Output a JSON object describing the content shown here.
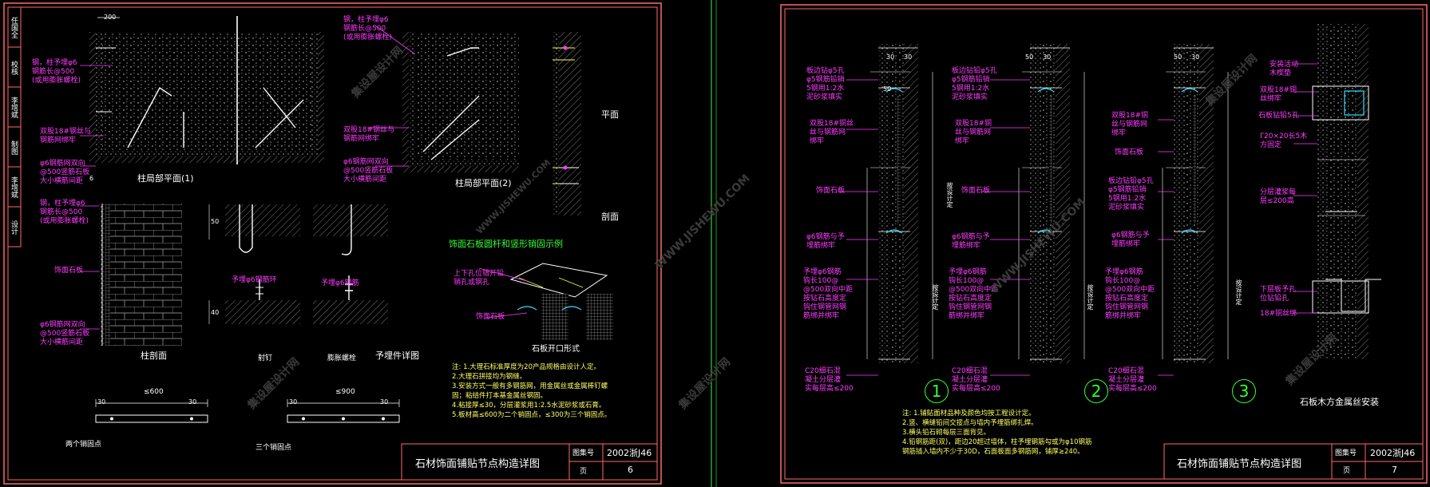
{
  "colors": {
    "frame": "#ff6a6a",
    "label": "#ff3cff",
    "line": "#ffffff",
    "yellow": "#ffff33",
    "green": "#33ff33",
    "cyan": "#33e0ff",
    "hatch": "#d9d9d9"
  },
  "sheet_left": {
    "side_tabs": [
      "设计",
      "李增斌",
      "制图",
      "李增斌",
      "校核",
      "任国全"
    ],
    "views": {
      "plan1": "柱局部平面(1)",
      "plan2": "柱局部平面(2)",
      "flat": "平面",
      "section": "剖面",
      "col_section": "柱剖面",
      "u_rod": "予埋φ6钢筋环",
      "hook": "予埋φ6钢筋",
      "nail": "射钉",
      "bolt": "膨胀螺栓",
      "embeds": "予埋件详图",
      "cut_title": "饰面石板圆杆和竖形销固示例",
      "cut_form": "石板开口形式",
      "two_pts": "两个销固点",
      "three_pts": "三个销固点"
    },
    "labels": {
      "a": "钢，柱予埋φ6\n钢筋长@500\n(或用膨胀螺栓)",
      "b": "双股18#钢丝与\n钢筋网绑牢",
      "c": "φ6钢筋网双向\n@500竖筋石板\n大小横筋间距",
      "d": "钢，柱予埋φ6\n钢筋长@500\n(或用膨胀螺栓)",
      "e": "双股18#钢丝与\n钢筋网绑牢",
      "f": "φ6钢筋网双向\n@500竖筋石板\n大小横筋间距",
      "g": "钢，柱予埋φ6\n钢筋长@500\n(或用膨胀螺栓)",
      "h": "饰面石板",
      "i": "φ6钢筋网双向\n@500竖筋石板\n大小横筋间距",
      "j": "上下孔位错开铅\n销孔或钢孔",
      "k": "饰面石板"
    },
    "dims": {
      "d1": "200",
      "d2": "6",
      "d3": "50",
      "d4": "40",
      "d5": "≤600",
      "d6": "≤900",
      "d7": "30",
      "d8": "30",
      "d9": "30",
      "d10": "30"
    },
    "notes": "注:  1.大理石标准厚度为20产品规格由设计人定。\n      2.大理石拼接均为钢缝。\n      3.安装方式一般有多钢筋网，用金属丝或金属棒钉螺\n        固；粘结件打本基金属丝钢固。\n      4.粘接厚≤30，分层灌浆用1:2.5水泥砂浆或石膏。\n      5.板材高≤600为二个销固点，≤300为三个销固点。",
    "title_block": {
      "title": "石材饰面铺贴节点构造详图",
      "atlas_label": "图集号",
      "atlas": "2002浙J46",
      "page_label": "页",
      "page": "6"
    }
  },
  "sheet_right": {
    "details": [
      "1",
      "2",
      "3"
    ],
    "labels": {
      "r1": "板边钻φ5孔\nφ5钢筋铅销\n5钢用1:2水\n泥砂浆填实",
      "r2": "双股18#铜丝\n丝与钢筋网\n绑牢",
      "r3": "饰面石板",
      "r4": "φ6钢筋与予\n埋筋绑牢",
      "r5": "予埋φ6钢筋\n钩长100@\n@500双向中距\n按钻石高度定\n钩住钢管网钢\n筋绑并绑牢",
      "r6": "C20细石混\n凝土分层灌\n实每层高≤200",
      "r7": "板边钻铅φ5孔\nφ5钢筋铅销\n5钢用1:2水\n泥砂浆填实",
      "r8": "双股18#铜\n丝与钢筋网\n绑牢",
      "r9": "饰面石板",
      "r10": "φ6钢筋与予\n埋筋绑牢",
      "r11": "予埋φ6钢筋\n钩长100@\n@500双向中距\n按钻石高度定\n钩住钢管网钢\n筋绑并绑牢",
      "r12": "C20细石混\n凝土分层灌\n实每层高≤200",
      "r13": "双股18#铜\n丝与钢筋网\n绑牢",
      "r14": "饰面石板",
      "r15": "板边钻铅φ5孔\nφ5钢筋铅销\n5钢用1:2水\n泥砂浆填实",
      "r16": "φ6钢筋与予\n埋筋绑牢",
      "r17": "予埋φ6钢筋\n钩长100@\n@500双向中距\n按钻石高度定\n钩住钢管网钢\n筋绑并绑牢",
      "r18": "C20细石混\n凝土分层灌\n实每层高≤200",
      "r19": "安装活动\n木楔垫",
      "r20": "双股18#铜\n丝绑牢",
      "r21": "石板钻铅5孔",
      "r22": "Γ20×20长5木\n方固定",
      "r23": "分层灌浆每\n层≤200高",
      "r24": "下层板予孔\n位钻铅孔",
      "r25": "18#铜丝绑"
    },
    "dims": {
      "s1": "30",
      "s2": "30",
      "s3": "50",
      "s4": "30",
      "s5": "50",
      "s6": "30",
      "s7": "50",
      "h1": "按设计定",
      "h2": "按设计定",
      "h3": "按设计定",
      "h4": "按设计定"
    },
    "install": "石板木方金属丝安装",
    "notes": "注:  1.铺贴面材品种及颜色均按工程设计定。\n      2.竖、横缝铅间交接点与墙内予埋筋绑扎焊。\n      3.横头铅石砌每层三面背见。\n      4.铅钢筋距(双)，距边20超过墙体，柱予埋钢筋勾或为φ10钢筋\n        钢筋插入墙内不少于30D，石面板面多钢筋网，铺厚≥240。",
    "title_block": {
      "title": "石材饰面铺贴节点构造详图",
      "atlas_label": "图集号",
      "atlas": "2002浙J46",
      "page_label": "页",
      "page": "7"
    }
  },
  "watermarks": [
    "WWW.JISHEWU.COM",
    "集设屋设计网"
  ]
}
